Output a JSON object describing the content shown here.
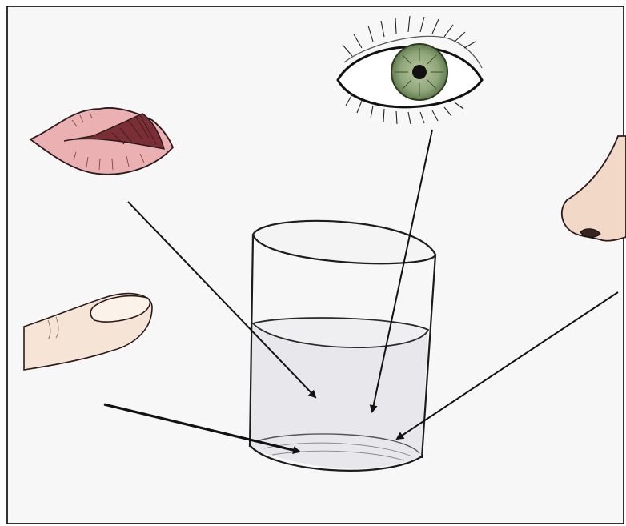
{
  "diagram": {
    "subject": "glass-of-water",
    "senses": [
      {
        "organ": "mouth",
        "icon": "mouth-icon"
      },
      {
        "organ": "eye",
        "icon": "eye-icon"
      },
      {
        "organ": "nose",
        "icon": "nose-icon"
      },
      {
        "organ": "finger",
        "icon": "finger-icon"
      }
    ]
  },
  "colors": {
    "paper": "#f7f7f7",
    "frame": "#000000",
    "ink": "#1a1a1a",
    "water": "#e6e6ea",
    "lips": "#e8a6a9",
    "lips_inner": "#7a2e35",
    "iris": "#8fa57a",
    "skin": "#f3dcc8"
  }
}
